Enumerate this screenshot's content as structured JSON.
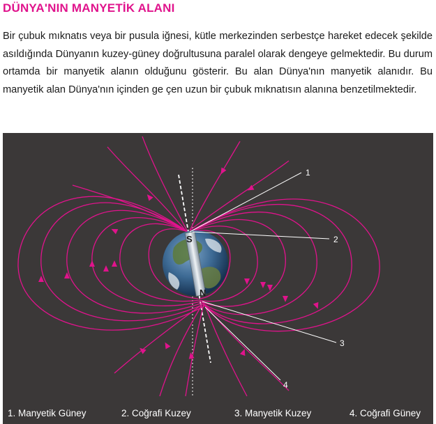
{
  "title": "DÜNYA'NIN MANYETİK ALANI",
  "paragraph": "Bir çubuk mıknatıs veya bir pusula iğnesi, kütle merkezinden serbestçe hareket edecek şekilde asıldığında Dünyanın kuzey-güney doğrultusuna paralel olarak dengeye gelmektedir. Bu durum ortamda bir manyetik alanın olduğunu gösterir. Bu alan Dünya'nın manyetik alanıdır. Bu manyetik alan Dünya'nın içinden ge çen uzun bir çubuk mıknatısın alanına benzetilmektedir.",
  "figure": {
    "magnet_labels": {
      "south": "S",
      "north": "N"
    },
    "callout_numbers": [
      "1",
      "2",
      "3",
      "4"
    ],
    "captions": [
      "1. Manyetik Güney",
      "2. Coğrafi Kuzey",
      "3. Manyetik Kuzey",
      "4. Coğrafi Güney"
    ],
    "colors": {
      "background": "#3b3838",
      "field_lines": "#e0138c",
      "title": "#e0138c",
      "leader_lines": "#ffffff"
    }
  }
}
